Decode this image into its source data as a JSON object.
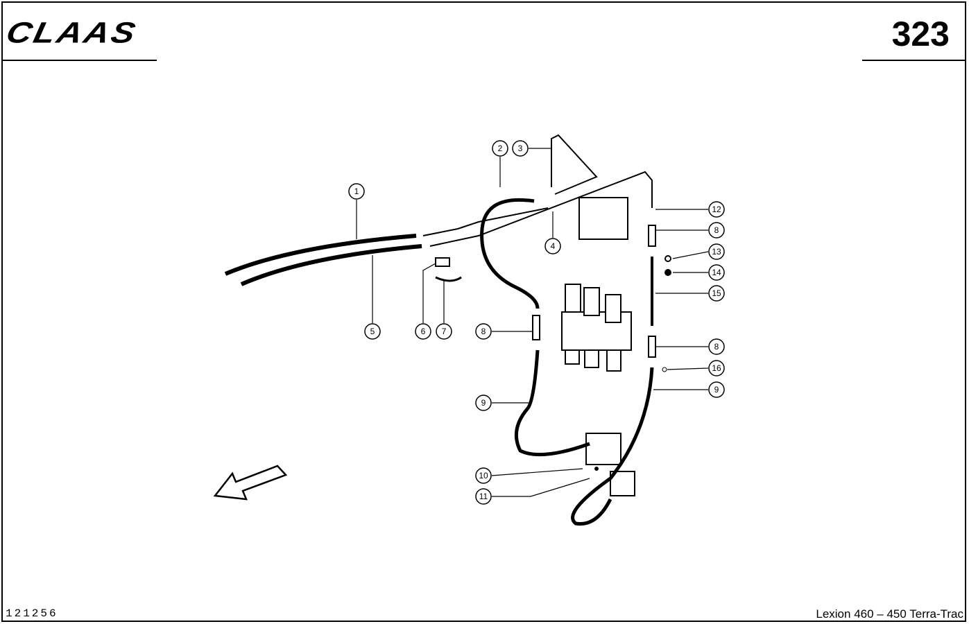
{
  "header": {
    "logo": "CLAAS",
    "page_number": "323"
  },
  "footer": {
    "document_id": "121256",
    "model": "Lexion 460 – 450 Terra-Trac"
  },
  "callouts": [
    "1",
    "2",
    "3",
    "4",
    "5",
    "6",
    "7",
    "8",
    "8",
    "8",
    "9",
    "9",
    "10",
    "11",
    "12",
    "13",
    "14",
    "15",
    "16"
  ]
}
